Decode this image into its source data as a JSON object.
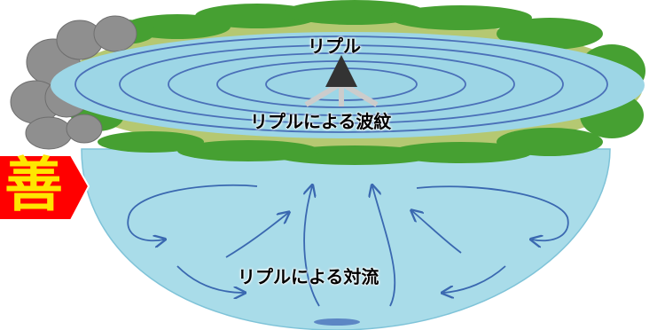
{
  "labels": {
    "ripple": "リプル",
    "ripple_waves": "リプルによる波紋",
    "ripple_convection": "リプルによる対流"
  },
  "badge": {
    "text": "善",
    "fill_color": "#ff0000",
    "text_color": "#ffe600"
  },
  "colors": {
    "pond_surface": "#9dd6e6",
    "pond_body": "#a9dce9",
    "grass": "#46a032",
    "bank": "#b5c872",
    "rock": "#8f8f8f",
    "arrow": "#3a68b0",
    "ripple_line": "#4a70b8",
    "device": "#333333"
  }
}
